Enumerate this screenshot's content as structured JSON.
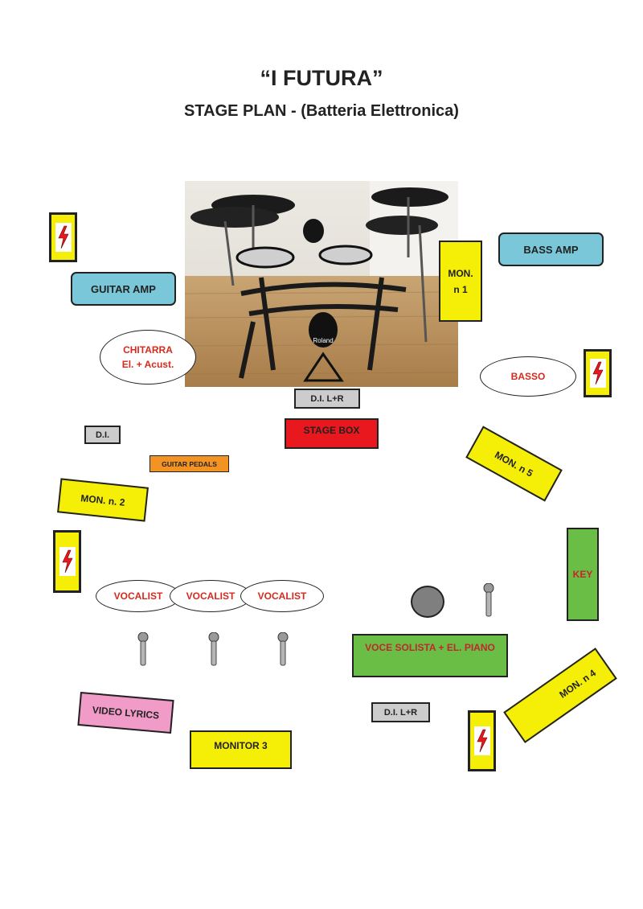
{
  "title": "“I FUTURA”",
  "subtitle": "STAGE PLAN  - (Batteria Elettronica)",
  "drum_photo": {
    "brand": "Roland"
  },
  "items": {
    "guitar_amp": "GUITAR AMP",
    "bass_amp": "BASS AMP",
    "mon1": "MON.\nn 1",
    "chitarra": "CHITARRA\nEl. + Acust.",
    "basso": "BASSO",
    "di_lr_top": "D.I. L+R",
    "stage_box": "STAGE BOX",
    "di": "D.I.",
    "guitar_pedals": "GUITAR PEDALS",
    "mon5": "MON. n 5",
    "mon2": "MON. n. 2",
    "key": "KEY",
    "vocalist1": "VOCALIST",
    "vocalist2": "VOCALIST",
    "vocalist3": "VOCALIST",
    "voce_solista": "VOCE SOLISTA + EL. PIANO",
    "mon4": "MON. n 4",
    "di_lr_bottom": "D.I. L+R",
    "video_lyrics": "VIDEO LYRICS",
    "monitor3": "MONITOR 3"
  },
  "icons": {
    "outlet": "power-outlet-icon",
    "mic": "microphone-icon",
    "stool": "drum-stool-icon"
  },
  "colors": {
    "amp": "#79c7d9",
    "monitor": "#f5ee07",
    "di": "#cccccc",
    "stage_box": "#e8181e",
    "pedals": "#f39323",
    "keys": "#6bbe45",
    "video": "#f19bc8",
    "label_red": "#d52b1e"
  }
}
